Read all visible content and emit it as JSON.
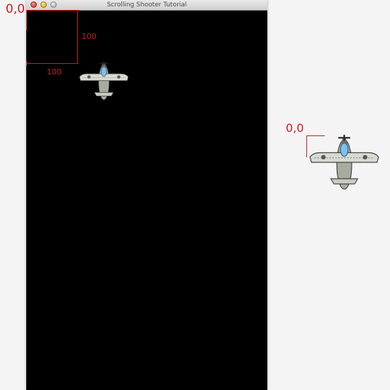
{
  "window": {
    "title": "Scrolling Shooter Tutorial"
  },
  "annotations": {
    "origin_label": "0,0",
    "width_label": "100",
    "height_label": "100",
    "sprite_origin_label": "0,0"
  },
  "colors": {
    "annotation_red": "#d21a1a",
    "game_background": "#000000",
    "page_background": "#f4f4f4"
  },
  "sprites": {
    "game_plane_icon": "plane-icon",
    "detail_plane_icon": "plane-icon"
  }
}
